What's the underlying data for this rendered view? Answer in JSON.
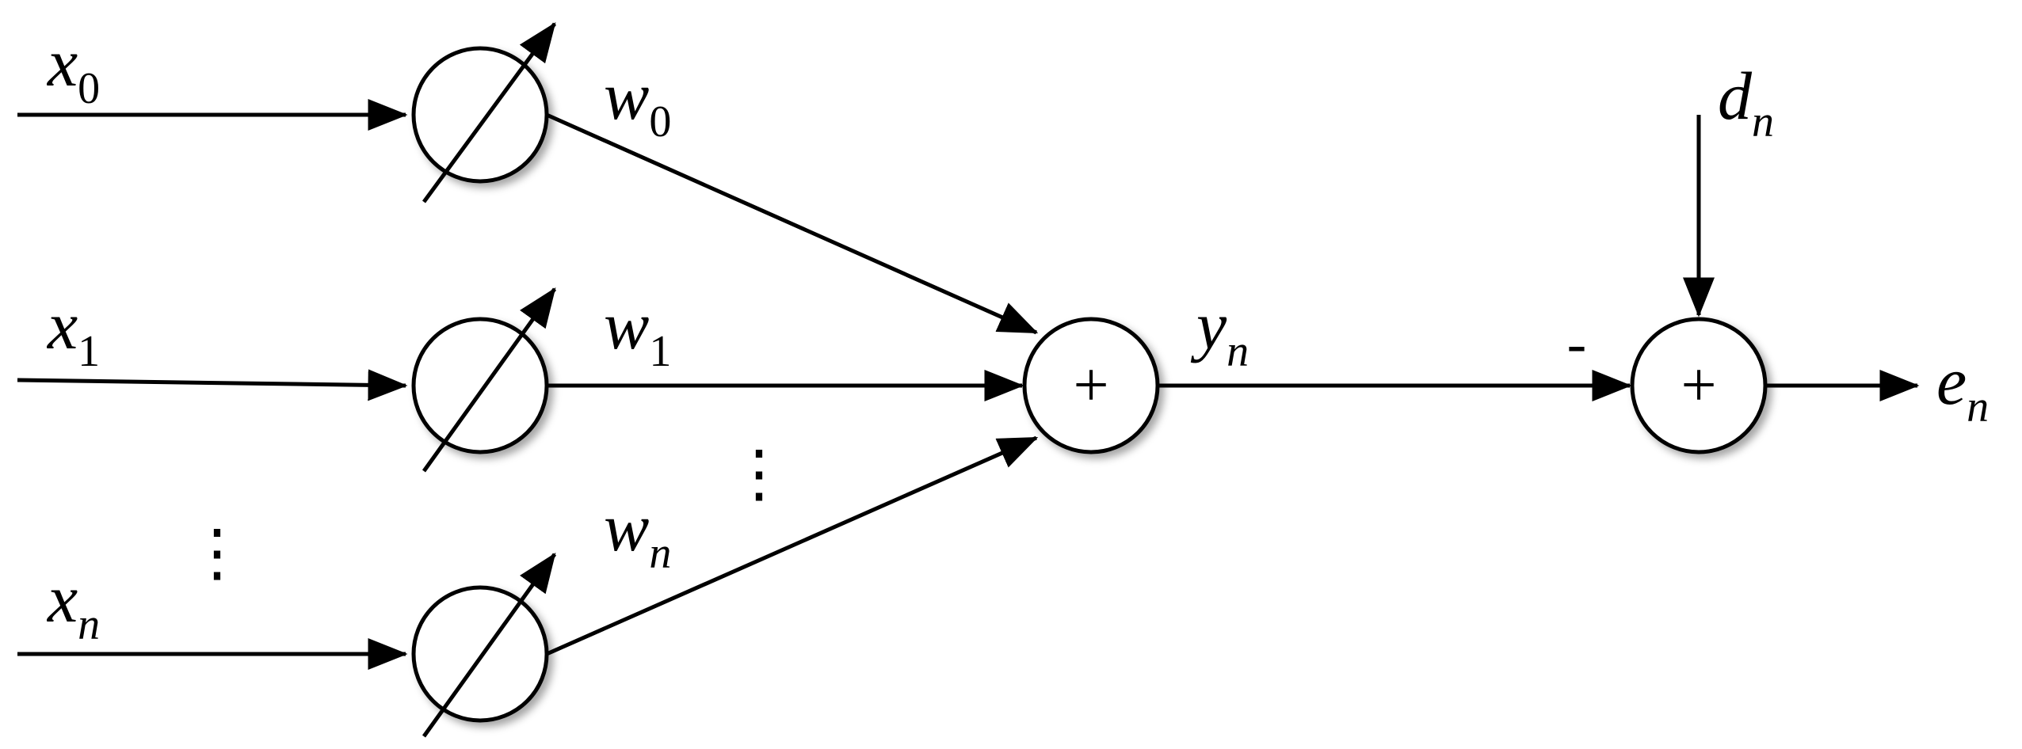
{
  "inputs": [
    {
      "symbol": "x",
      "subscript": "0"
    },
    {
      "symbol": "x",
      "subscript": "1"
    },
    {
      "symbol": "x",
      "subscript": "n"
    }
  ],
  "weights": [
    {
      "symbol": "w",
      "subscript": "0"
    },
    {
      "symbol": "w",
      "subscript": "1"
    },
    {
      "symbol": "w",
      "subscript": "n"
    }
  ],
  "ellipsis": "⋮",
  "summer_sign": "+",
  "output": {
    "symbol": "y",
    "subscript": "n"
  },
  "desired": {
    "symbol": "d",
    "subscript": "n"
  },
  "error": {
    "symbol": "e",
    "subscript": "n"
  },
  "minus_sign": "-",
  "error_summer_sign": "+"
}
